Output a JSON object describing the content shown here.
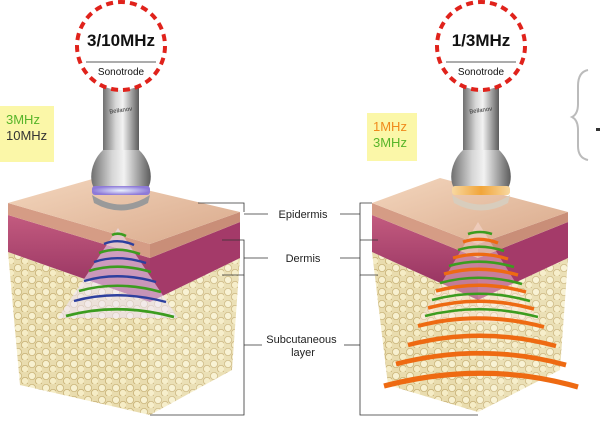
{
  "left_probe": {
    "frequency": "3/10MHz",
    "sonotrode_label": "Sonotrode",
    "brand": "Bellanov",
    "box": [
      {
        "text": "3MHz",
        "color": "#58b52a"
      },
      {
        "text": "10MHz",
        "color": "#333333"
      }
    ]
  },
  "right_probe": {
    "frequency": "1/3MHz",
    "sonotrode_label": "Sonotrode",
    "brand": "Bellanov",
    "box": [
      {
        "text": "1MHz",
        "color": "#f08a1c"
      },
      {
        "text": "3MHz",
        "color": "#58b52a"
      }
    ]
  },
  "layers": {
    "epidermis": "Epidermis",
    "dermis": "Dermis",
    "subcutaneous": "Subcutaneous\nlayer"
  },
  "colors": {
    "ring": "#e0221b",
    "green_wave": "#3c9c1f",
    "blue_wave": "#2d3f9e",
    "orange_wave": "#ee6a12",
    "skin_top": "#e9c3a6",
    "dermis": "#b03f73",
    "fat": "#efe4b6",
    "label_box": "#fbf7a8"
  }
}
